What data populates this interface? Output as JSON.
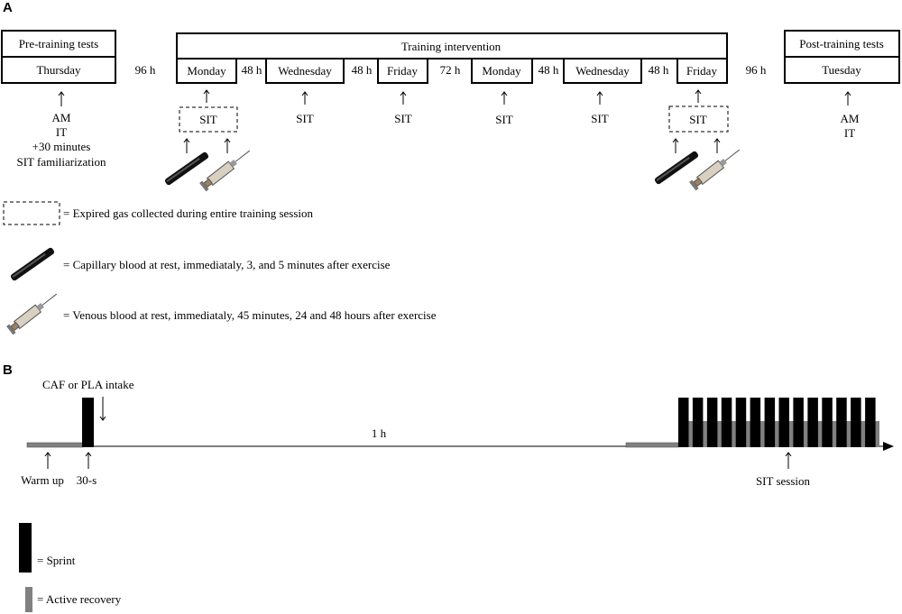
{
  "panel_a": {
    "letter": "A",
    "pre_tests_title": "Pre-training tests",
    "pre_tests_day": "Thursday",
    "training_title": "Training intervention",
    "post_tests_title": "Post-training tests",
    "post_tests_day": "Tuesday",
    "gaps": [
      "96 h",
      "48 h",
      "48 h",
      "72 h",
      "48 h",
      "48 h",
      "96 h"
    ],
    "days": [
      "Monday",
      "Wednesday",
      "Friday",
      "Monday",
      "Wednesday",
      "Friday"
    ],
    "pre_notes": [
      "AM",
      "IT",
      "+30 minutes",
      "SIT familiarization"
    ],
    "sit_label": "SIT",
    "post_notes": [
      "AM",
      "IT"
    ],
    "legend": {
      "gas": "= Expired gas collected during entire training session",
      "capillary": "= Capillary blood at rest, immediataly,  3, and 5 minutes after exercise",
      "venous": "= Venous blood at rest, immediataly,  45 minutes, 24 and 48 hours after exercise"
    },
    "icons": {
      "capillary": "capillary-tube-icon",
      "venous": "syringe-icon"
    }
  },
  "panel_b": {
    "letter": "B",
    "intake_label": "CAF or PLA intake",
    "duration_label": "1 h",
    "warmup_label": "Warm up",
    "sprint_label": "30-s",
    "session_label": "SIT session",
    "legend": {
      "sprint": "= Sprint",
      "recovery": "= Active recovery"
    },
    "colors": {
      "sprint": "#000000",
      "recovery": "#808080",
      "timeline": "#000000"
    },
    "sprint_count": 14
  }
}
